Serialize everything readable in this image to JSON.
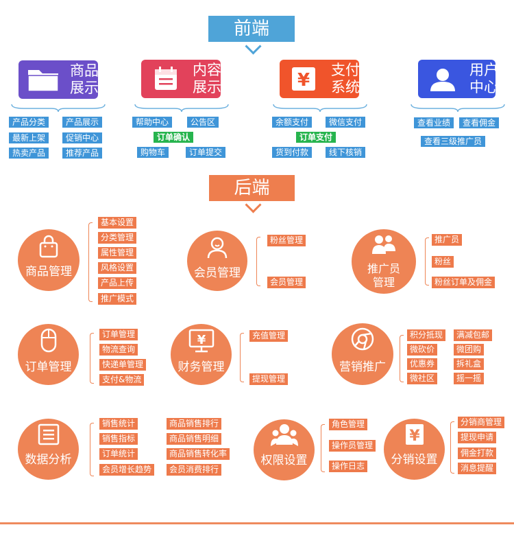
{
  "frontend": {
    "title": "前端",
    "color": "#4fa4d8",
    "cards": [
      {
        "label": "商品展示",
        "icon": "folder-icon",
        "color": "#6b4fc9",
        "tags": [
          {
            "text": "产品分类"
          },
          {
            "text": "产品展示"
          },
          {
            "text": "最新上架"
          },
          {
            "text": "促销中心"
          },
          {
            "text": "热卖产品"
          },
          {
            "text": "推荐产品"
          }
        ]
      },
      {
        "label": "内容展示",
        "icon": "calendar-icon",
        "color": "#e2425b",
        "tags": [
          {
            "text": "帮助中心"
          },
          {
            "text": "公告区"
          },
          {
            "text": "订单确认",
            "highlight": true
          },
          {
            "text": "购物车"
          },
          {
            "text": "订单提交"
          }
        ]
      },
      {
        "label": "支付系统",
        "icon": "yen-icon",
        "color": "#f0542b",
        "tags": [
          {
            "text": "余额支付"
          },
          {
            "text": "微信支付"
          },
          {
            "text": "订单支付",
            "highlight": true
          },
          {
            "text": "货到付款"
          },
          {
            "text": "线下核销"
          }
        ]
      },
      {
        "label": "用户中心",
        "icon": "user-icon",
        "color": "#3a56e0",
        "tags": [
          {
            "text": "查看业绩"
          },
          {
            "text": "查看佣金"
          },
          {
            "text": "查看三级推广员"
          }
        ]
      }
    ]
  },
  "backend": {
    "title": "后端",
    "color": "#ee7e4e",
    "modules": [
      {
        "label": "商品管理",
        "icon": "bag-icon",
        "items": [
          "基本设置",
          "分类管理",
          "属性管理",
          "风格设置",
          "产品上传",
          "推广模式"
        ]
      },
      {
        "label": "会员管理",
        "icon": "member-icon",
        "items": [
          "粉丝管理",
          "会员管理"
        ]
      },
      {
        "label": "推广员管理",
        "icon": "people-icon",
        "items": [
          "推广员",
          "粉丝",
          "粉丝订单及佣金"
        ]
      },
      {
        "label": "订单管理",
        "icon": "mouse-icon",
        "items": [
          "订单管理",
          "物流查询",
          "快递单管理",
          "支付&物流"
        ]
      },
      {
        "label": "财务管理",
        "icon": "monitor-yen-icon",
        "items": [
          "充值管理",
          "提现管理"
        ]
      },
      {
        "label": "营销推广",
        "icon": "chrome-icon",
        "items": [
          "积分抵现",
          "满减包邮",
          "微砍价",
          "微团购",
          "优惠券",
          "拆礼盒",
          "微社区",
          "摇一摇"
        ]
      },
      {
        "label": "数据分析",
        "icon": "report-icon",
        "items": [
          "销售统计",
          "商品销售排行",
          "销售指标",
          "商品销售明细",
          "订单统计",
          "商品销售转化率",
          "会员增长趋势",
          "会员消费排行"
        ]
      },
      {
        "label": "权限设置",
        "icon": "group-icon",
        "items": [
          "角色管理",
          "操作员管理",
          "操作日志"
        ]
      },
      {
        "label": "分销设置",
        "icon": "yen-icon",
        "items": [
          "分销商管理",
          "提现申请",
          "佣金打款",
          "消息提醒"
        ]
      }
    ]
  }
}
